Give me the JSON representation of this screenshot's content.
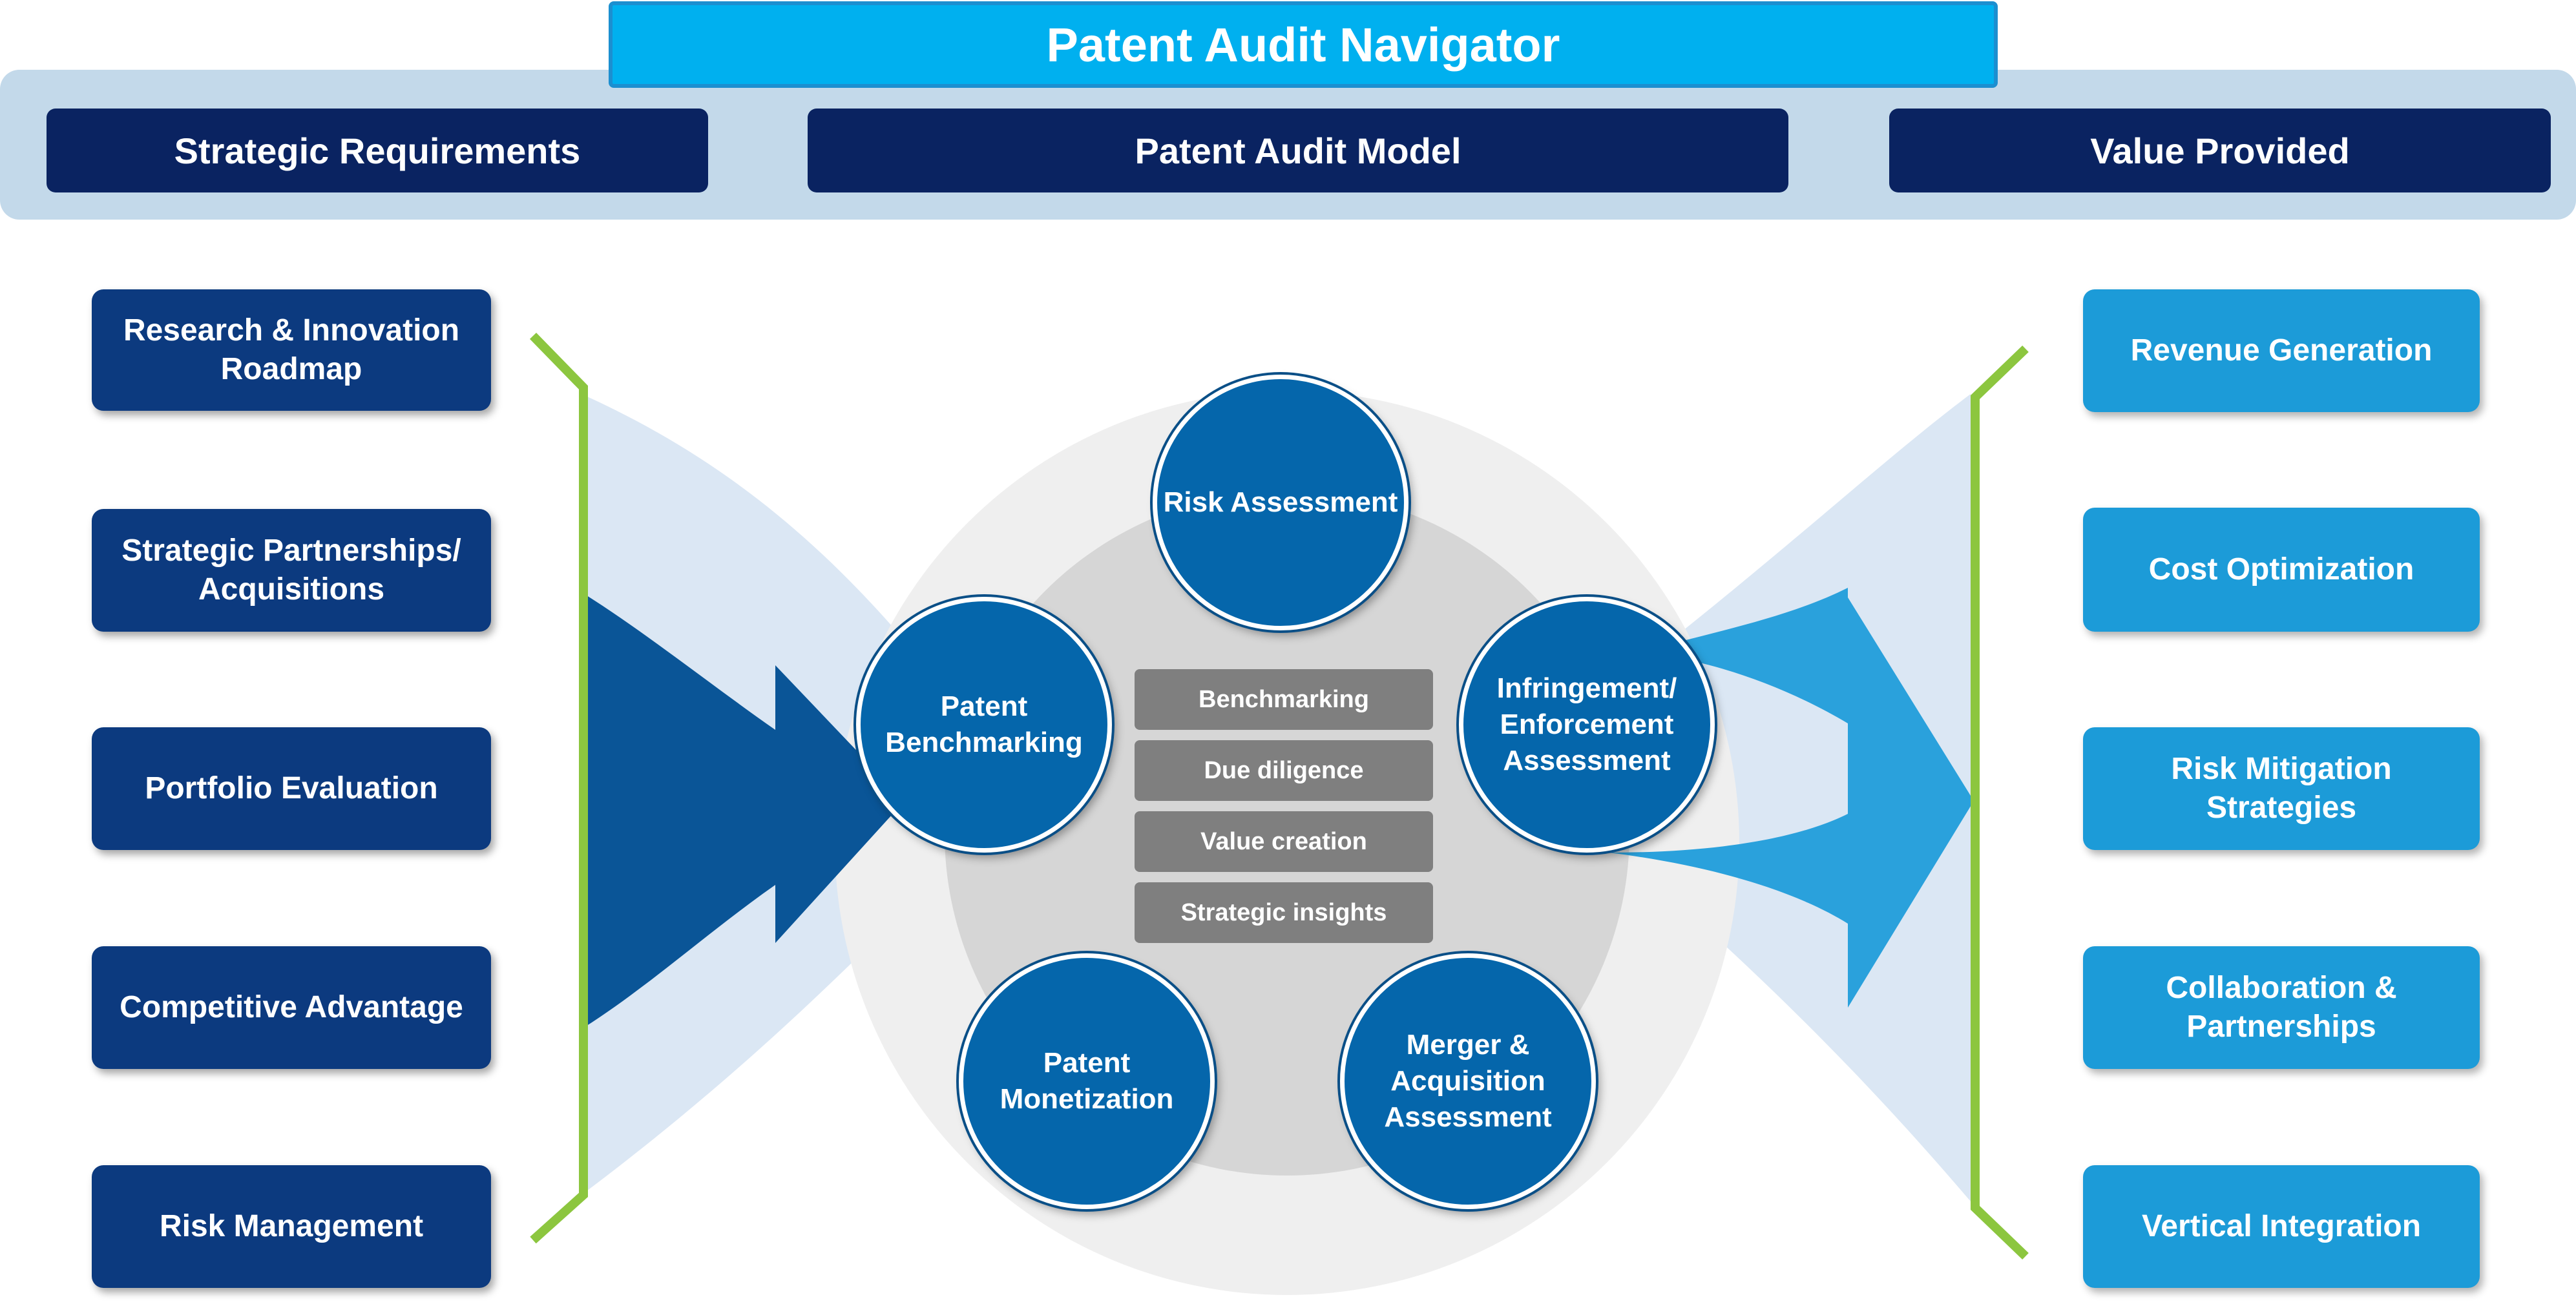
{
  "header": {
    "title": "Patent Audit Navigator",
    "columns": [
      "Strategic Requirements",
      "Patent Audit Model",
      "Value Provided"
    ]
  },
  "requirements": [
    "Research & Innovation Roadmap",
    "Strategic Partnerships/ Acquisitions",
    "Portfolio Evaluation",
    "Competitive Advantage",
    "Risk Management"
  ],
  "model": {
    "nodes": {
      "risk": "Risk Assessment",
      "benchmarking": "Patent Benchmarking",
      "infringement": "Infringement/ Enforcement Assessment",
      "monetization": "Patent Monetization",
      "merger": "Merger & Acquisition Assessment"
    },
    "activities": [
      "Benchmarking",
      "Due diligence",
      "Value creation",
      "Strategic insights"
    ]
  },
  "values": [
    "Revenue Generation",
    "Cost Optimization",
    "Risk Mitigation Strategies",
    "Collaboration & Partnerships",
    "Vertical Integration"
  ],
  "colors": {
    "title": "#00b0ef",
    "header_band": "#c3d9ea",
    "header_box": "#0a2361",
    "requirement_box": "#0c3a7f",
    "value_box": "#1c9bd8",
    "node": "#0566ab",
    "activity_pill": "#7f7f7f",
    "bracket": "#8cc63f"
  }
}
